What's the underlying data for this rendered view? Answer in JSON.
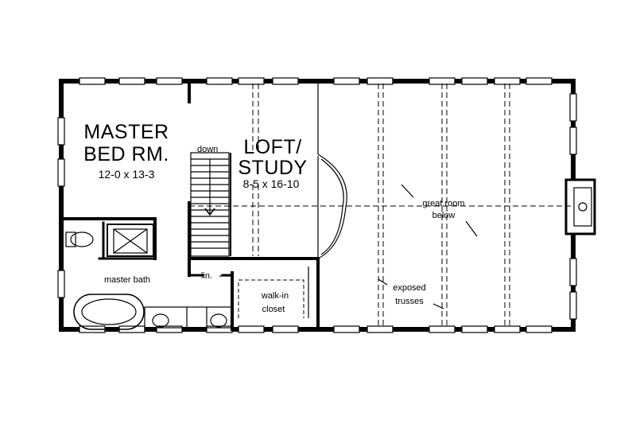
{
  "rooms": {
    "master_bed_name_line1": "MASTER",
    "master_bed_name_line2": "BED RM.",
    "master_bed_dims": "12-0  x  13-3",
    "loft_name_line1": "LOFT/",
    "loft_name_line2": "STUDY",
    "loft_dims": "8-5  x  16-10",
    "master_bath": "master bath",
    "walk_in_closet_line1": "walk-in",
    "walk_in_closet_line2": "closet",
    "linen": "lin."
  },
  "annotations": {
    "stair_direction": "down",
    "great_room_line1": "great room",
    "great_room_line2": "below",
    "trusses_line1": "exposed",
    "trusses_line2": "trusses"
  }
}
